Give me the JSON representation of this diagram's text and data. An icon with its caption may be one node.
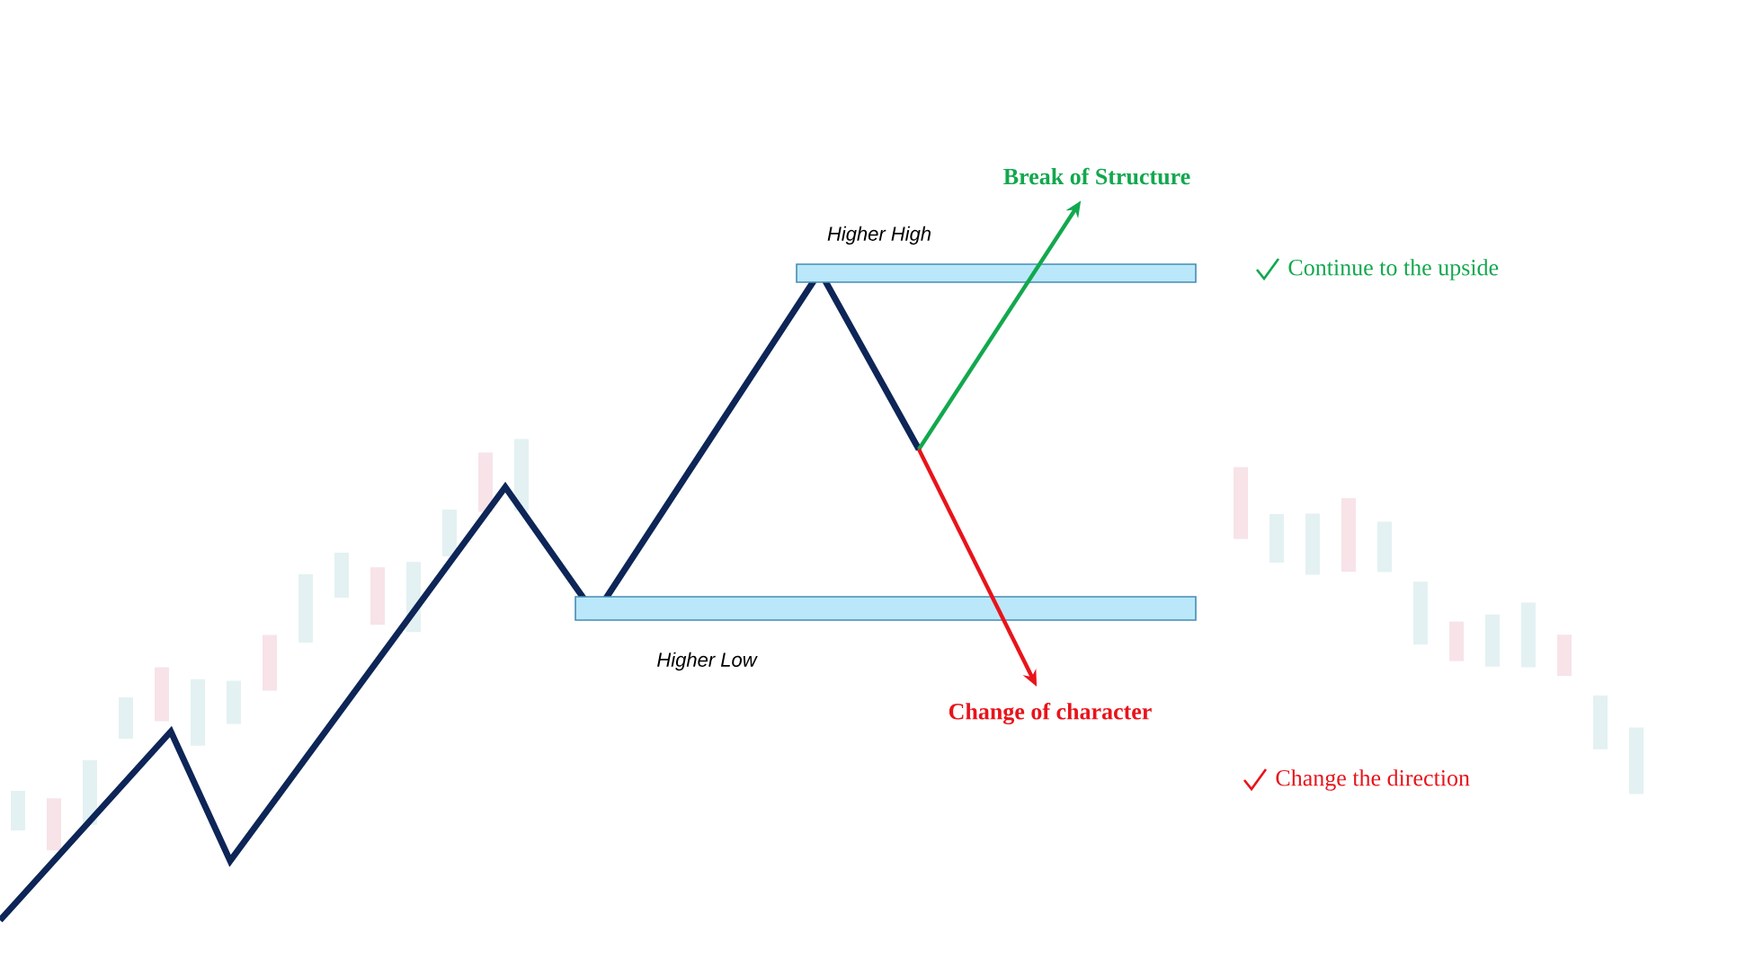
{
  "diagram": {
    "nodes": [
      {
        "text": [
          "Higher High"
        ]
      },
      {
        "text": [
          "Higher Low"
        ]
      },
      {
        "text": [
          "Break of Structure"
        ]
      },
      {
        "text": [
          "Change of character"
        ]
      }
    ],
    "edges": [
      {
        "from": null,
        "to": 2,
        "arrow": "to",
        "color": "#12a84e"
      },
      {
        "from": null,
        "to": 3,
        "arrow": "to",
        "color": "#e8141b"
      }
    ],
    "labels": [
      "Continue to the upside",
      "Change the direction"
    ]
  }
}
